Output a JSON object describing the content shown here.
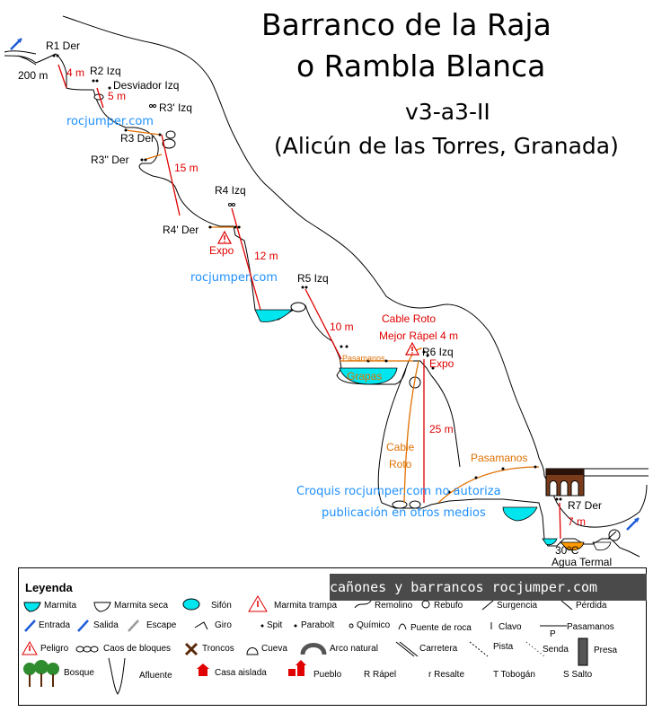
{
  "title": {
    "line1": "Barranco de la Raja",
    "line2": "o Rambla Blanca",
    "grade": "v3-a3-II",
    "location": "(Alicún de las Torres, Granada)"
  },
  "watermark": {
    "site": "rocjumper.com",
    "notice_line1": "Croquis rocjumper.com no autoriza",
    "notice_line2": "publicación en otros medios"
  },
  "rappels": {
    "r1": "R1 Der",
    "r2": "R2 Izq",
    "desviador": "Desviador Izq",
    "r3p": "R3' Izq",
    "r3": "R3 Der",
    "r3pp": "R3'' Der",
    "r4": "R4 Izq",
    "r4p": "R4' Der",
    "r5": "R5 Izq",
    "r6": "R6 Izq",
    "r7": "R7 Der"
  },
  "lengths": {
    "approach": "200 m",
    "r1": "4 m",
    "r2": "5 m",
    "r3": "15 m",
    "r4": "12 m",
    "r5": "10 m",
    "r6": "25 m",
    "r7": "7 m"
  },
  "notes": {
    "expo": "Expo",
    "pasamanos": "Pasamanos",
    "grapas": "Grapas",
    "cable_roto": "Cable Roto",
    "mejor_rapel": "Mejor Rápel 4 m",
    "cable": "Cable",
    "roto": "Roto",
    "temp": "30ºC",
    "agua_termal": "Agua Termal"
  },
  "legend": {
    "title": "Leyenda",
    "banner": "cañones y barrancos  rocjumper.com",
    "items": [
      "Marmita",
      "Marmita seca",
      "Sifón",
      "Marmita trampa",
      "Remolino",
      "Rebufo",
      "Surgencia",
      "Pérdida",
      "Entrada",
      "Salida",
      "Escape",
      "Giro",
      "Spit",
      "Parabolt",
      "Químico",
      "Puente de roca",
      "Clavo",
      "Pasamanos",
      "Peligro",
      "Caos de bloques",
      "Troncos",
      "Cueva",
      "Arco natural",
      "Carretera",
      "Pista",
      "Senda",
      "Presa",
      "Bosque",
      "Afluente",
      "Casa aislada",
      "Pueblo",
      "R Rápel",
      "r Resalte",
      "T Tobogán",
      "S Salto"
    ],
    "p_letter": "P"
  },
  "colors": {
    "rappel_line": "#e00000",
    "handline": "#e07000",
    "water": "#00e5ee",
    "watermark": "#1e90ff",
    "banner_bg": "#4a4a4a"
  }
}
